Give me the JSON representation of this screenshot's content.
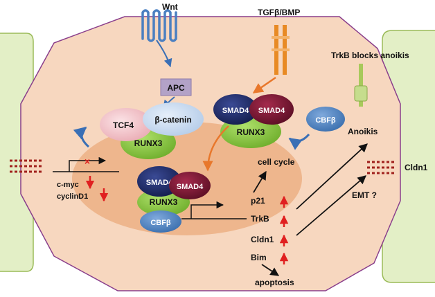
{
  "colors": {
    "cell_fill": "#f7d7bf",
    "cell_stroke": "#8a3f8c",
    "nucleus_fill": "#eeb68d",
    "neighbor_cell_fill": "#e3efc6",
    "neighbor_cell_stroke": "#9bbb59",
    "receptor_wnt": "#4a7fc1",
    "receptor_tgfb": "#e88a24",
    "apc_box": "#b3a2c7",
    "tcf4": "#f2c3c8",
    "beta_catenin": "#c6d9f1",
    "runx3": "#8dc63f",
    "smad4_dark": "#1f2d6b",
    "smad4_maroon": "#7a1733",
    "cbfb": "#4f86c6",
    "trkb_receptor": "#a8c95b",
    "junction": "#a0201c",
    "up_down_arrow": "#e02020",
    "orange_arrow": "#e8772b",
    "blue_arrow": "#3a6fb5"
  },
  "labels": {
    "wnt": "Wnt",
    "tgfb_bmp": "TGFβ/BMP",
    "trkb_blocks_anoikis": "TrkB blocks anoikis",
    "apc": "APC",
    "tcf4": "TCF4",
    "beta_catenin": "β-catenin",
    "runx3": "RUNX3",
    "smad4": "SMAD4",
    "cbfb": "CBFβ",
    "anoikis": "Anoikis",
    "cell_cycle": "cell cycle",
    "cldn1": "Cldn1",
    "emt": "EMT ?",
    "c_myc": "c-myc",
    "cyclind1": "cyclinD1",
    "p21": "p21",
    "trkb": "TrkB",
    "bim": "Bim",
    "apoptosis": "apoptosis",
    "x_mark": "×"
  }
}
